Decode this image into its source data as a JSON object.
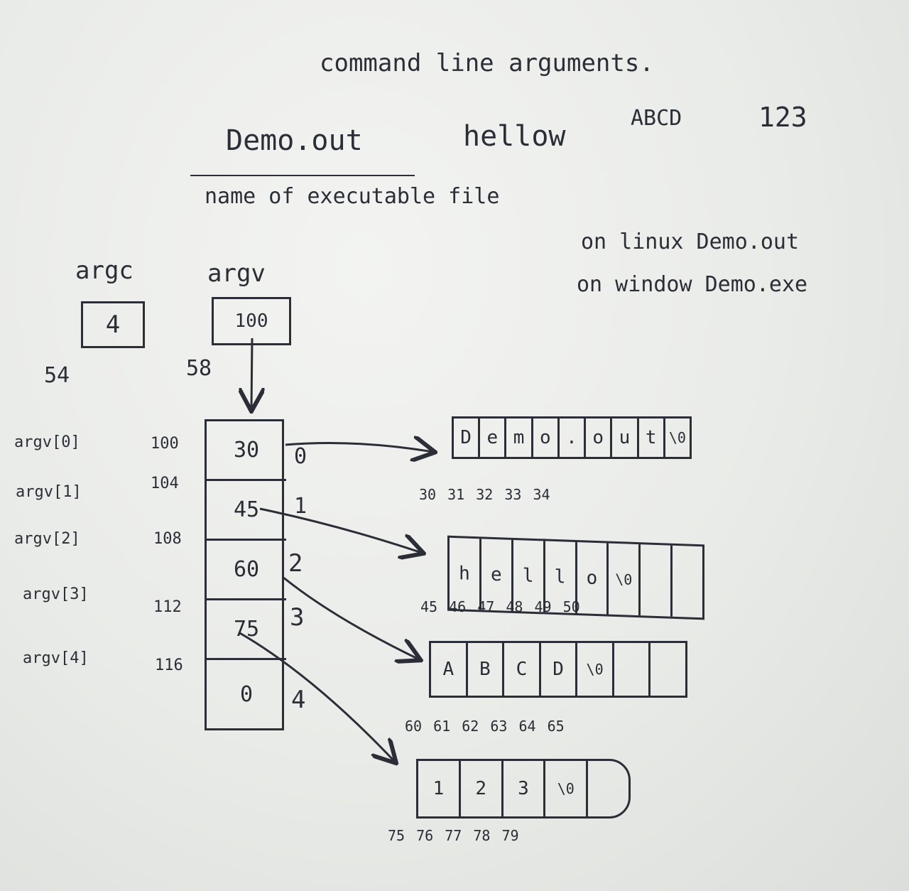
{
  "title": "command line arguments.",
  "command": {
    "program": "Demo.out",
    "args": [
      "hellow",
      "ABCD",
      "123"
    ],
    "program_caption": "name of executable file"
  },
  "platform_notes": [
    "on linux Demo.out",
    "on window Demo.exe"
  ],
  "argc": {
    "label": "argc",
    "value": "4",
    "address": "54"
  },
  "argv": {
    "label": "argv",
    "value": "100",
    "address": "58"
  },
  "argv_table": [
    {
      "label": "argv[0]",
      "address": "100",
      "value": "30",
      "index": "0"
    },
    {
      "label": "argv[1]",
      "address": "104",
      "value": "45",
      "index": "1"
    },
    {
      "label": "argv[2]",
      "address": "108",
      "value": "60",
      "index": "2"
    },
    {
      "label": "argv[3]",
      "address": "112",
      "value": "75",
      "index": "3"
    },
    {
      "label": "argv[4]",
      "address": "116",
      "value": "0",
      "index": "4"
    }
  ],
  "strings": [
    {
      "chars": [
        "D",
        "e",
        "m",
        "o",
        ".",
        "o",
        "u",
        "t",
        "\\0"
      ],
      "addresses": "30 31 32 33 34"
    },
    {
      "chars": [
        "h",
        "e",
        "l",
        "l",
        "o",
        "\\0",
        "",
        ""
      ],
      "addresses": "45 46 47 48 49 50"
    },
    {
      "chars": [
        "A",
        "B",
        "C",
        "D",
        "\\0",
        "",
        ""
      ],
      "addresses": "60 61 62 63 64 65"
    },
    {
      "chars": [
        "1",
        "2",
        "3",
        "\\0",
        ""
      ],
      "addresses": "75 76 77 78 79"
    }
  ]
}
